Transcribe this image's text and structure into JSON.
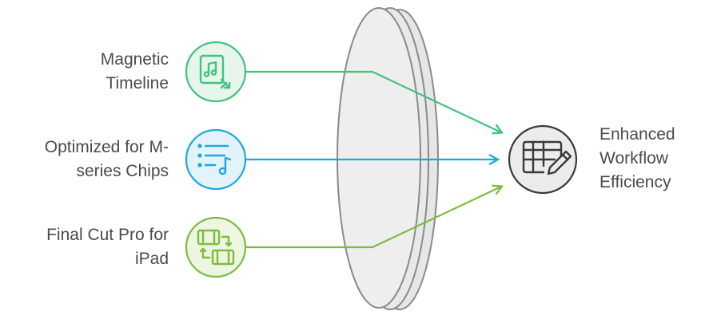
{
  "inputs": [
    {
      "lines": [
        "Magnetic",
        "Timeline"
      ],
      "icon": "music-file-shuffle-icon",
      "color": "#3ec47c",
      "fill": "#e6f6ec"
    },
    {
      "lines": [
        "Optimized for M-",
        "series Chips"
      ],
      "icon": "playlist-music-icon",
      "color": "#1ea8dd",
      "fill": "#e3f3fb"
    },
    {
      "lines": [
        "Final Cut Pro for",
        "iPad"
      ],
      "icon": "film-transfer-icon",
      "color": "#7cbd3e",
      "fill": "#eef6e2"
    }
  ],
  "output": {
    "lines": [
      "Enhanced",
      "Workflow",
      "Efficiency"
    ],
    "icon": "table-edit-icon",
    "color": "#3a3a3a",
    "fill": "#ececec"
  },
  "lens": {
    "fill": "#e9e9e9",
    "stroke": "#8a8a8a"
  }
}
